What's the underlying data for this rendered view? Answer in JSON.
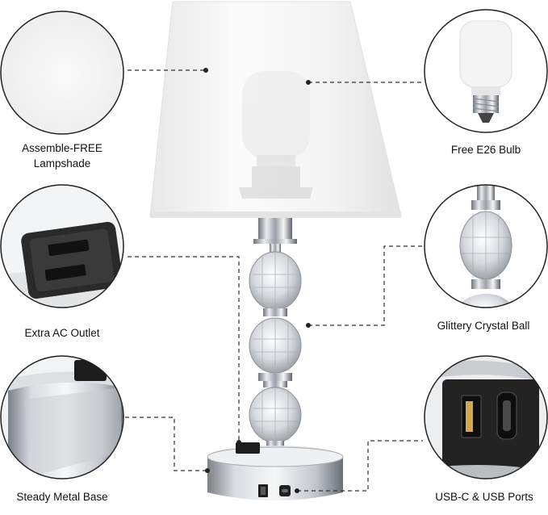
{
  "labels": {
    "lampshade": [
      "Assemble-FREE",
      "Lampshade"
    ],
    "bulb": "Free E26 Bulb",
    "outlet": "Extra AC Outlet",
    "crystal": "Glittery Crystal Ball",
    "base": "Steady Metal Base",
    "ports": "USB-C & USB Ports"
  },
  "colors": {
    "background": "#ffffff",
    "shade": "#f6f6f6",
    "chrome": "#b8bcc2",
    "outlet": "#2a2a2a",
    "leader_line": "#333333"
  }
}
